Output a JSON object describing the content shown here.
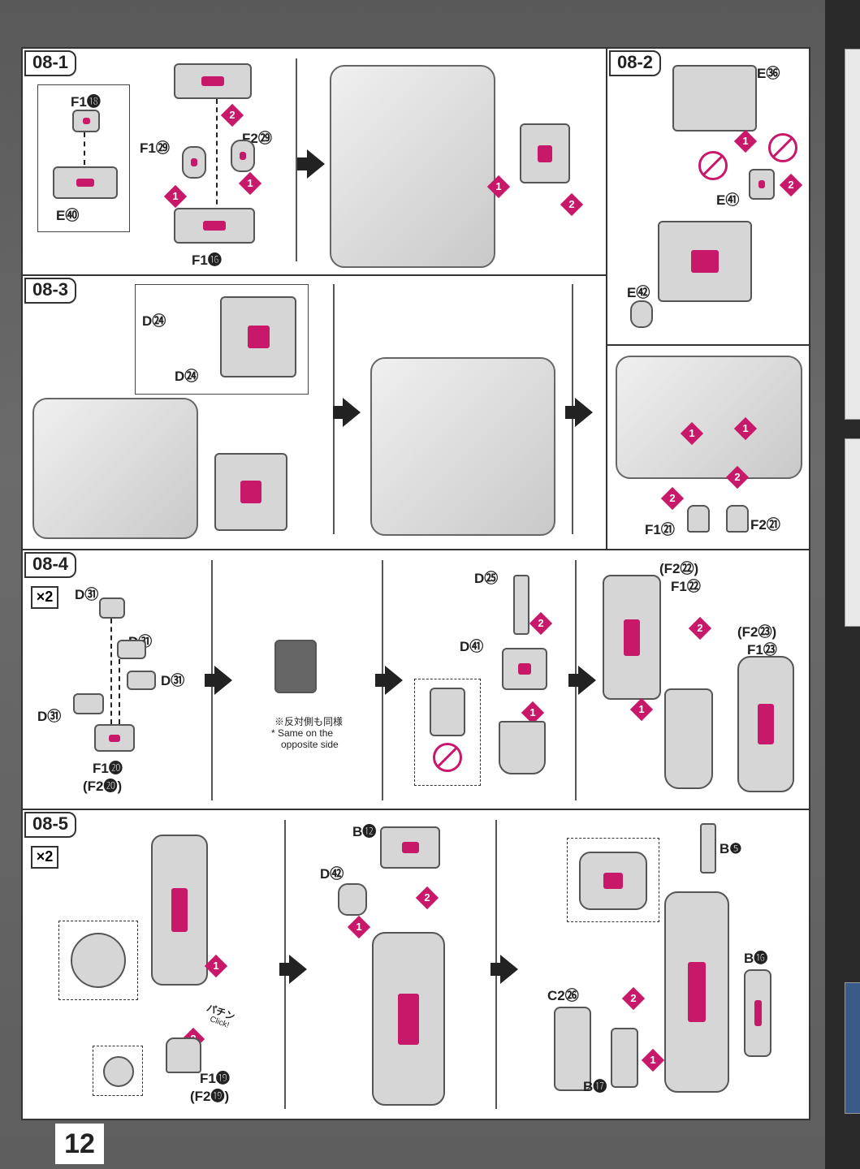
{
  "page_number": "12",
  "steps": {
    "s1": {
      "tag": "08-1"
    },
    "s2": {
      "tag": "08-2"
    },
    "s3": {
      "tag": "08-3"
    },
    "s4": {
      "tag": "08-4",
      "multiplier": "×2"
    },
    "s5": {
      "tag": "08-5",
      "multiplier": "×2"
    }
  },
  "labels": {
    "f1_18": "F1⓲",
    "e40": "E㊵",
    "f1_29": "F1㉙",
    "f2_29": "F2㉙",
    "f1_16": "F1⓰",
    "e36": "E㊱",
    "e41": "E㊶",
    "e42": "E㊷",
    "d24a": "D㉔",
    "d24b": "D㉔",
    "f1_21": "F1㉑",
    "f2_21": "F2㉑",
    "d31a": "D㉛",
    "d31b": "D㉛",
    "d31c": "D㉛",
    "d31d": "D㉛",
    "f1_20": "F1⓴",
    "f2_20": "(F2⓴)",
    "d25": "D㉕",
    "d41": "D㊶",
    "f2_22": "(F2㉒)",
    "f1_22": "F1㉒",
    "f2_23": "(F2㉓)",
    "f1_23": "F1㉓",
    "b12": "B⓬",
    "d42": "D㊷",
    "b5": "B❺",
    "b16": "B⓰",
    "c2_26": "C2㉖",
    "b17": "B⓱",
    "f1_19": "F1⓳",
    "f2_19": "(F2⓳)"
  },
  "notes": {
    "same_jp": "※反対側も同様",
    "same_en1": "* Same on the",
    "same_en2": "opposite side",
    "click_jp": "パチン",
    "click_en": "Click!"
  },
  "badges": {
    "one": "1",
    "two": "2"
  }
}
